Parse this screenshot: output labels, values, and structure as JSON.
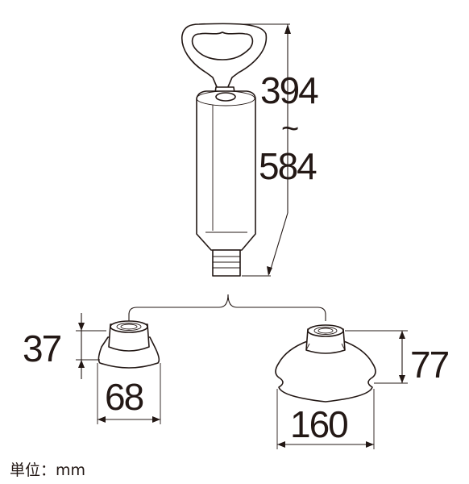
{
  "pump": {
    "length_min": "394",
    "range_mark": "~",
    "length_max": "584"
  },
  "small_cup": {
    "height": "37",
    "diameter": "68"
  },
  "large_cup": {
    "height": "77",
    "diameter": "160"
  },
  "unit_label": "単位：mm"
}
